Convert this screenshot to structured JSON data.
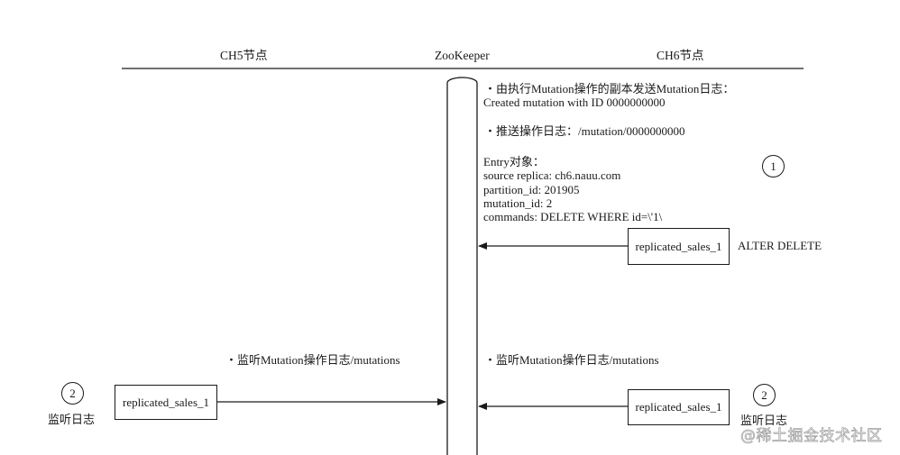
{
  "headers": {
    "ch5": "CH5节点",
    "zookeeper": "ZooKeeper",
    "ch6": "CH6节点"
  },
  "zk_notes": {
    "mutation_log_bullet": "・由执行Mutation操作的副本发送Mutation日志：",
    "created_mutation": "Created mutation with ID 0000000000",
    "push_log_bullet": "・推送操作日志：/mutation/0000000000",
    "entry_title": "Entry对象：",
    "entry_lines": [
      "source replica: ch6.nauu.com",
      "partition_id: 201905",
      "mutation_id: 2",
      "commands: DELETE WHERE id=\\'1\\"
    ]
  },
  "step1": {
    "number": "1",
    "box_label": "replicated_sales_1",
    "action": "ALTER DELETE"
  },
  "step2": {
    "number": "2",
    "left_listen_label": "・监听Mutation操作日志/mutations",
    "right_listen_label": "・监听Mutation操作日志/mutations",
    "left_box_label": "replicated_sales_1",
    "right_box_label": "replicated_sales_1",
    "left_caption": "监听日志",
    "right_caption": "监听日志"
  },
  "watermark": "@稀土掘金技术社区",
  "colors": {
    "ink": "#1a1a1a",
    "background": "#ffffff",
    "watermark_outline": "#9a9a9a"
  }
}
